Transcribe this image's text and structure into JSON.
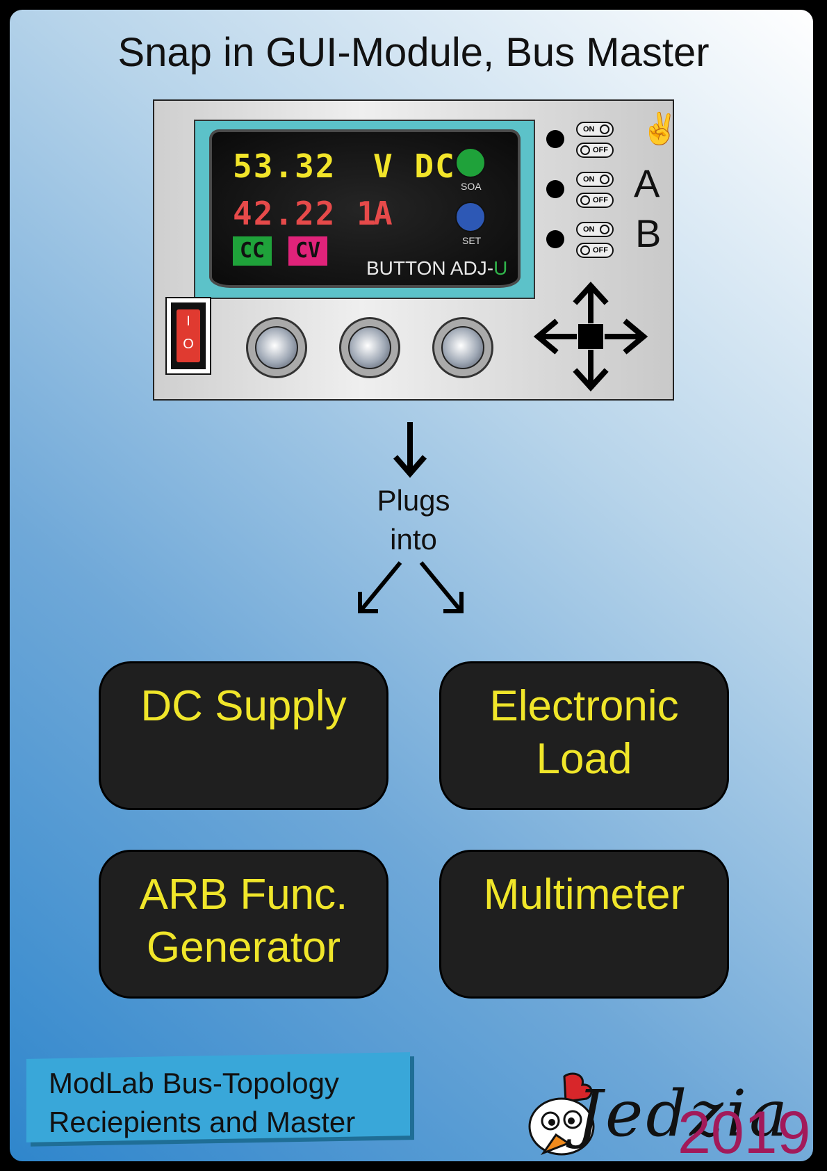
{
  "title": "Snap in GUI-Module, Bus Master",
  "device": {
    "display": {
      "voltage_reading": "53.32",
      "voltage_unit": "V DC",
      "current_reading": "42.22 1",
      "current_unit": "A",
      "badge_cc": "CC",
      "badge_cv": "CV",
      "button_soa_label": "SOA",
      "button_set_label": "SET",
      "caption_main": "BUTTON ADJ-",
      "caption_suffix": "U"
    },
    "toggles": [
      {
        "on_label": "ON",
        "off_label": "OFF",
        "side": "✌"
      },
      {
        "on_label": "ON",
        "off_label": "OFF",
        "side": "A"
      },
      {
        "on_label": "ON",
        "off_label": "OFF",
        "side": "B"
      }
    ],
    "power_switch": {
      "on_symbol": "I",
      "off_symbol": "O"
    },
    "colors": {
      "bezel": "#5cc2c9",
      "seg_yellow": "#f2e52a",
      "seg_red": "#e64a4a",
      "badge_cc": "#1fa23a",
      "badge_cv": "#e0237a",
      "soa_button": "#1fa23a",
      "set_button": "#2d58b5"
    }
  },
  "plugs_text_line1": "Plugs",
  "plugs_text_line2": "into",
  "modules": [
    {
      "label": "DC Supply"
    },
    {
      "label": "Electronic\nLoad"
    },
    {
      "label": "ARB Func.\nGenerator"
    },
    {
      "label": "Multimeter"
    }
  ],
  "footer": {
    "text": "ModLab Bus-Topology\nReciepients and Master"
  },
  "logo": {
    "word": "Jedzia",
    "year": "2019"
  }
}
